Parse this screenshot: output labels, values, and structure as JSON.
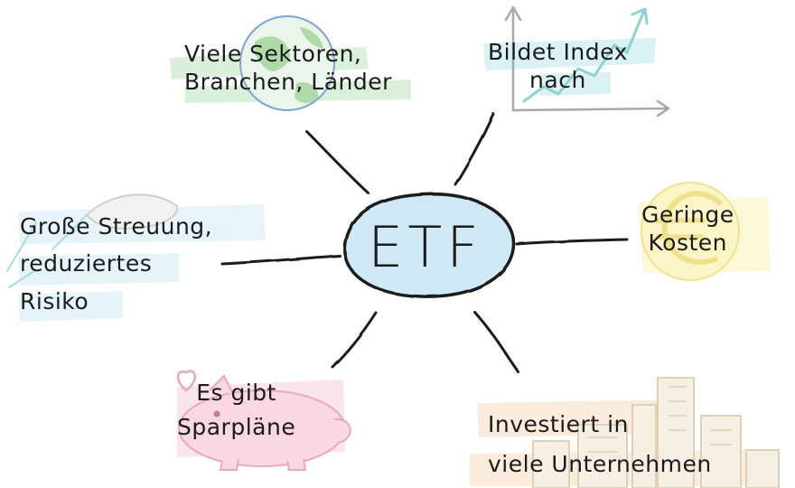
{
  "center": {
    "label": "ETF",
    "fill": "#cfe9f7"
  },
  "nodes": [
    {
      "id": "sektoren",
      "lines": [
        "Viele Sektoren,",
        "Branchen, Länder"
      ],
      "icon": "globe-icon",
      "accent": "#9ad19a"
    },
    {
      "id": "index",
      "lines": [
        "Bildet Index",
        "nach"
      ],
      "icon": "rising-chart-icon",
      "accent": "#8fd3e0"
    },
    {
      "id": "kosten",
      "lines": [
        "Geringe",
        "Kosten"
      ],
      "icon": "euro-coin-icon",
      "accent": "#f7eea0"
    },
    {
      "id": "unternehmen",
      "lines": [
        "Investiert in",
        "viele Unternehmen"
      ],
      "icon": "city-buildings-icon",
      "accent": "#f3c9a0"
    },
    {
      "id": "sparplaene",
      "lines": [
        "Es gibt",
        "Sparpläne"
      ],
      "icon": "piggy-bank-icon",
      "accent": "#f3b8cc"
    },
    {
      "id": "streuung",
      "lines": [
        "Große Streuung,",
        "reduziertes",
        "Risiko"
      ],
      "icon": "umbrella-icon",
      "accent": "#b9dff0"
    }
  ]
}
